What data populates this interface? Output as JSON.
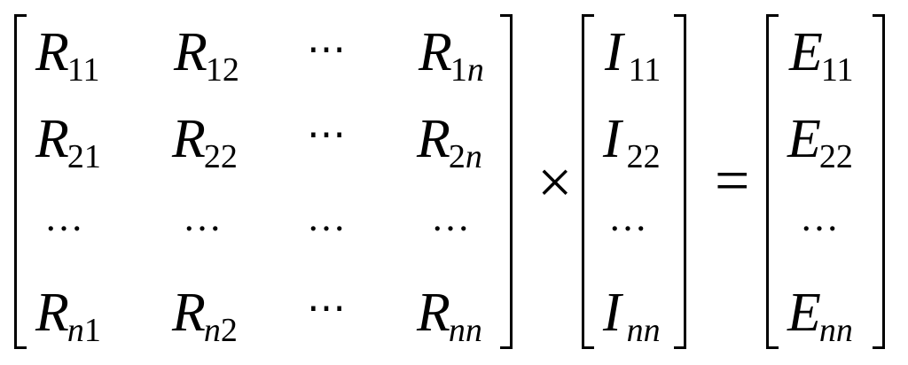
{
  "lhs_matrix": {
    "rows": [
      [
        {
          "sym": "R",
          "sub": "11",
          "sub_italic": ""
        },
        {
          "sym": "R",
          "sub": "12",
          "sub_italic": ""
        },
        {
          "dots": "⋯"
        },
        {
          "sym": "R",
          "sub": "1",
          "sub_italic": "n"
        }
      ],
      [
        {
          "sym": "R",
          "sub": "21",
          "sub_italic": ""
        },
        {
          "sym": "R",
          "sub": "22",
          "sub_italic": ""
        },
        {
          "dots": "⋯"
        },
        {
          "sym": "R",
          "sub": "2",
          "sub_italic": "n"
        }
      ],
      [
        {
          "dots": "…"
        },
        {
          "dots": "…"
        },
        {
          "dots": "…"
        },
        {
          "dots": "…"
        }
      ],
      [
        {
          "sym": "R",
          "sub": "",
          "sub_italic": "n",
          "sub_tail": "1"
        },
        {
          "sym": "R",
          "sub": "",
          "sub_italic": "n",
          "sub_tail": "2"
        },
        {
          "dots": "⋯"
        },
        {
          "sym": "R",
          "sub": "",
          "sub_italic": "nn"
        }
      ]
    ]
  },
  "times_op": "×",
  "mid_vector": {
    "rows": [
      {
        "sym": "I",
        "sub": "11",
        "sub_italic": ""
      },
      {
        "sym": "I",
        "sub": "22",
        "sub_italic": ""
      },
      {
        "dots": "…"
      },
      {
        "sym": "I",
        "sub": "",
        "sub_italic": "nn"
      }
    ]
  },
  "equals_op": "=",
  "rhs_vector": {
    "rows": [
      {
        "sym": "E",
        "sub": "11",
        "sub_italic": ""
      },
      {
        "sym": "E",
        "sub": "22",
        "sub_italic": ""
      },
      {
        "dots": "…"
      },
      {
        "sym": "E",
        "sub": "",
        "sub_italic": "nn"
      }
    ]
  }
}
